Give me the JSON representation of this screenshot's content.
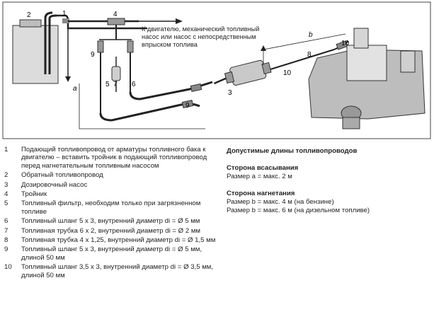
{
  "diagram": {
    "callouts": [
      "1",
      "2",
      "3",
      "4",
      "5",
      "6",
      "7",
      "8",
      "9",
      "9",
      "10",
      "a",
      "b"
    ],
    "engine_note": "К двигателю, механический топливный насос или насос с непосредственным впрыском топлива"
  },
  "legend": [
    {
      "n": "1",
      "text": "Подающий топливопровод от арматуры топливного бака к двигателю – вставить тройник в подающий топливопровод перед нагнетательным топливным насосом"
    },
    {
      "n": "2",
      "text": "Обратный топливопровод"
    },
    {
      "n": "3",
      "text": "Дозировочный насос"
    },
    {
      "n": "4",
      "text": "Тройник"
    },
    {
      "n": "5",
      "text": "Топливный фильтр, необходим только при загрязненном топливе"
    },
    {
      "n": "6",
      "text": "Топливный шланг 5 x 3, внутренний диаметр di = Ø 5 мм"
    },
    {
      "n": "7",
      "text": "Топливная трубка 6 x 2, внутренний диаметр di = Ø 2 мм"
    },
    {
      "n": "8",
      "text": "Топливная трубка 4 x 1,25, внутренний диаметр di = Ø 1,5 мм"
    },
    {
      "n": "9",
      "text": "Топливный шланг 5 x 3, внутренний диаметр di = Ø 5 мм, длиной 50 мм"
    },
    {
      "n": "10",
      "text": "Топливный шланг 3,5 x 3, внутренний диаметр di = Ø 3,5 мм, длиной 50 мм"
    }
  ],
  "lengths": {
    "title": "Допустимые длины топливопроводов",
    "suction_title": "Сторона всасывания",
    "suction_a": "Размер a = макс. 2 м",
    "pressure_title": "Сторона нагнетания",
    "pressure_b1": "Размер b = макс. 4 м (на бензине)",
    "pressure_b2": "Размер b = макс. 6 м (на дизельном топливе)"
  }
}
